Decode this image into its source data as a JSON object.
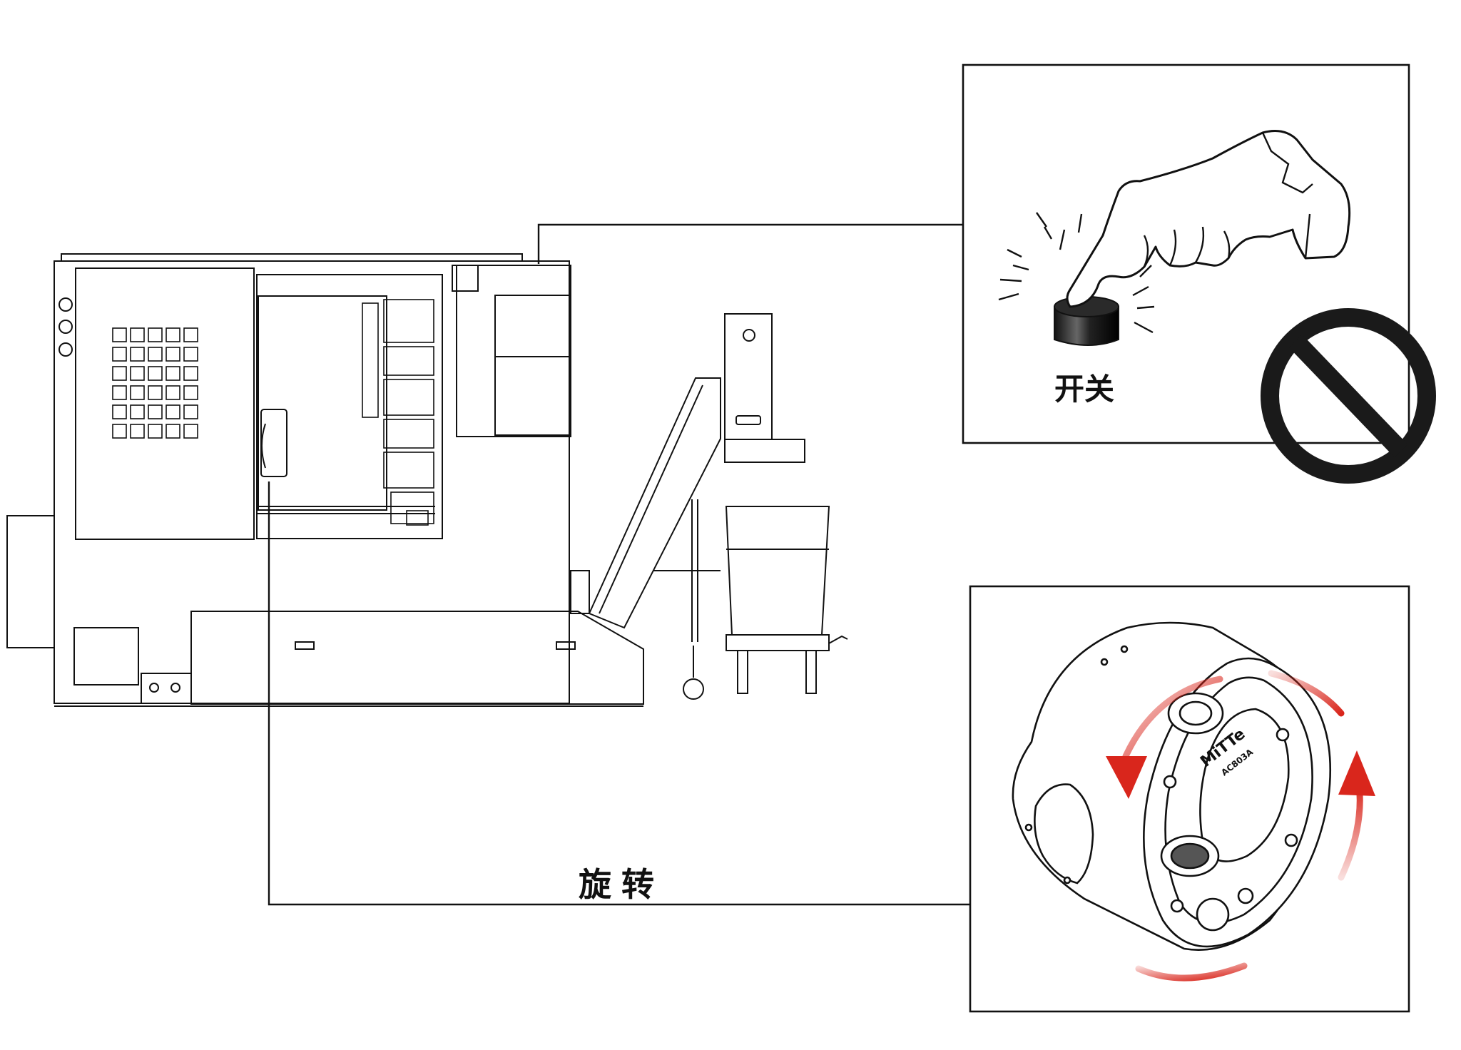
{
  "labels": {
    "switch": "开关",
    "rotate": "旋转"
  },
  "device": {
    "brand": "MiTTe",
    "model": "AC803A"
  },
  "icons": {
    "prohibition": "prohibition-icon",
    "rotation_arrows": "rotation-arrows-icon",
    "hand_press": "hand-press-icon"
  },
  "colors": {
    "line": "#111111",
    "arrow": "#d9261c",
    "background": "#ffffff"
  }
}
